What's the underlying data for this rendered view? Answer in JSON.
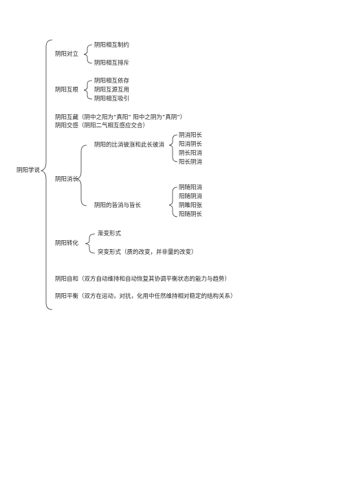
{
  "root": "阴阳学说",
  "opposition": {
    "label": "阴阳对立",
    "items": [
      "阴阳相互制约",
      "阴阳相互排斥"
    ]
  },
  "interdependence": {
    "label": "阴阳互根",
    "items": [
      "阴阳相互依存",
      "阴阳互源互用",
      "阴阳相互吸引"
    ]
  },
  "mutual_containment": "阴阳互藏（阴中之阳为“真阳” 阳中之阴为“真阴“）",
  "interaction": "阴阳交感（阴阳二气相互感应交合）",
  "waxing_waning": {
    "label": "阴阳消长",
    "group1": {
      "label": "阴阳的比消彼涨和此长彼消",
      "items": [
        "阴消阳长",
        "阳消阴长",
        "阴长阳消",
        "阳长阴消"
      ]
    },
    "group2": {
      "label": "阴阳的皆消与皆长",
      "items": [
        "阴随阳消",
        "阳随阴消",
        "阴睢阳张",
        "阳随阴长"
      ]
    }
  },
  "transformation": {
    "label": "阴阳转化",
    "items": [
      "渐变形式",
      "突变形式（质的改变，并非量的改变）"
    ]
  },
  "harmony": "阴阳自和（双方自动维持和自动恢复其协调平衡状态的能力与趋势）",
  "balance": "阴阳平衡（双方在运动，对抗，化用中任然维持相对稳定的结构关系）"
}
